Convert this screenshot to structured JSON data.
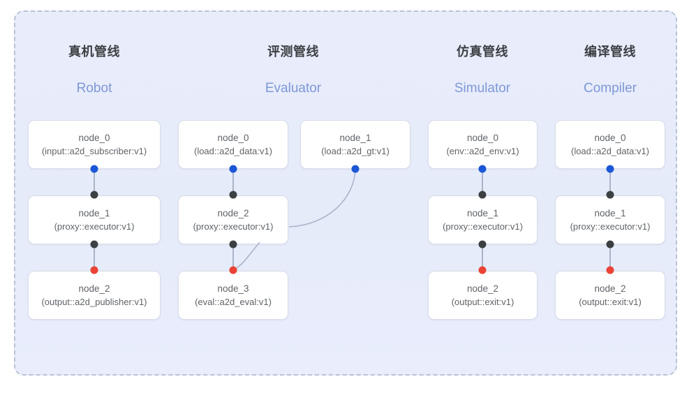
{
  "diagram": {
    "type": "pipeline-graph",
    "background_color": "#e7ecfb",
    "frame_border_color": "#b9c2d4",
    "node_fill": "#ffffff",
    "node_border": "#d8dde8",
    "port_colors": {
      "output": "#1a56d6",
      "input": "#3c4043",
      "terminal": "#ea4335"
    },
    "edge_color": "#aab4c8"
  },
  "columns": [
    {
      "title_cn": "真机管线",
      "title_en": "Robot",
      "nodes": [
        {
          "name": "node_0",
          "spec": "(input::a2d_subscriber:v1)"
        },
        {
          "name": "node_1",
          "spec": "(proxy::executor:v1)"
        },
        {
          "name": "node_2",
          "spec": "(output::a2d_publisher:v1)"
        }
      ]
    },
    {
      "title_cn": "评测管线",
      "title_en": "Evaluator",
      "nodes": [
        {
          "name": "node_0",
          "spec": "(load::a2d_data:v1)"
        },
        {
          "name": "node_1",
          "spec": "(load::a2d_gt:v1)"
        },
        {
          "name": "node_2",
          "spec": "(proxy::executor:v1)"
        },
        {
          "name": "node_3",
          "spec": "(eval::a2d_eval:v1)"
        }
      ]
    },
    {
      "title_cn": "仿真管线",
      "title_en": "Simulator",
      "nodes": [
        {
          "name": "node_0",
          "spec": "(env::a2d_env:v1)"
        },
        {
          "name": "node_1",
          "spec": "(proxy::executor:v1)"
        },
        {
          "name": "node_2",
          "spec": "(output::exit:v1)"
        }
      ]
    },
    {
      "title_cn": "编译管线",
      "title_en": "Compiler",
      "nodes": [
        {
          "name": "node_0",
          "spec": "(load::a2d_data:v1)"
        },
        {
          "name": "node_1",
          "spec": "(proxy::executor:v1)"
        },
        {
          "name": "node_2",
          "spec": "(output::exit:v1)"
        }
      ]
    }
  ]
}
